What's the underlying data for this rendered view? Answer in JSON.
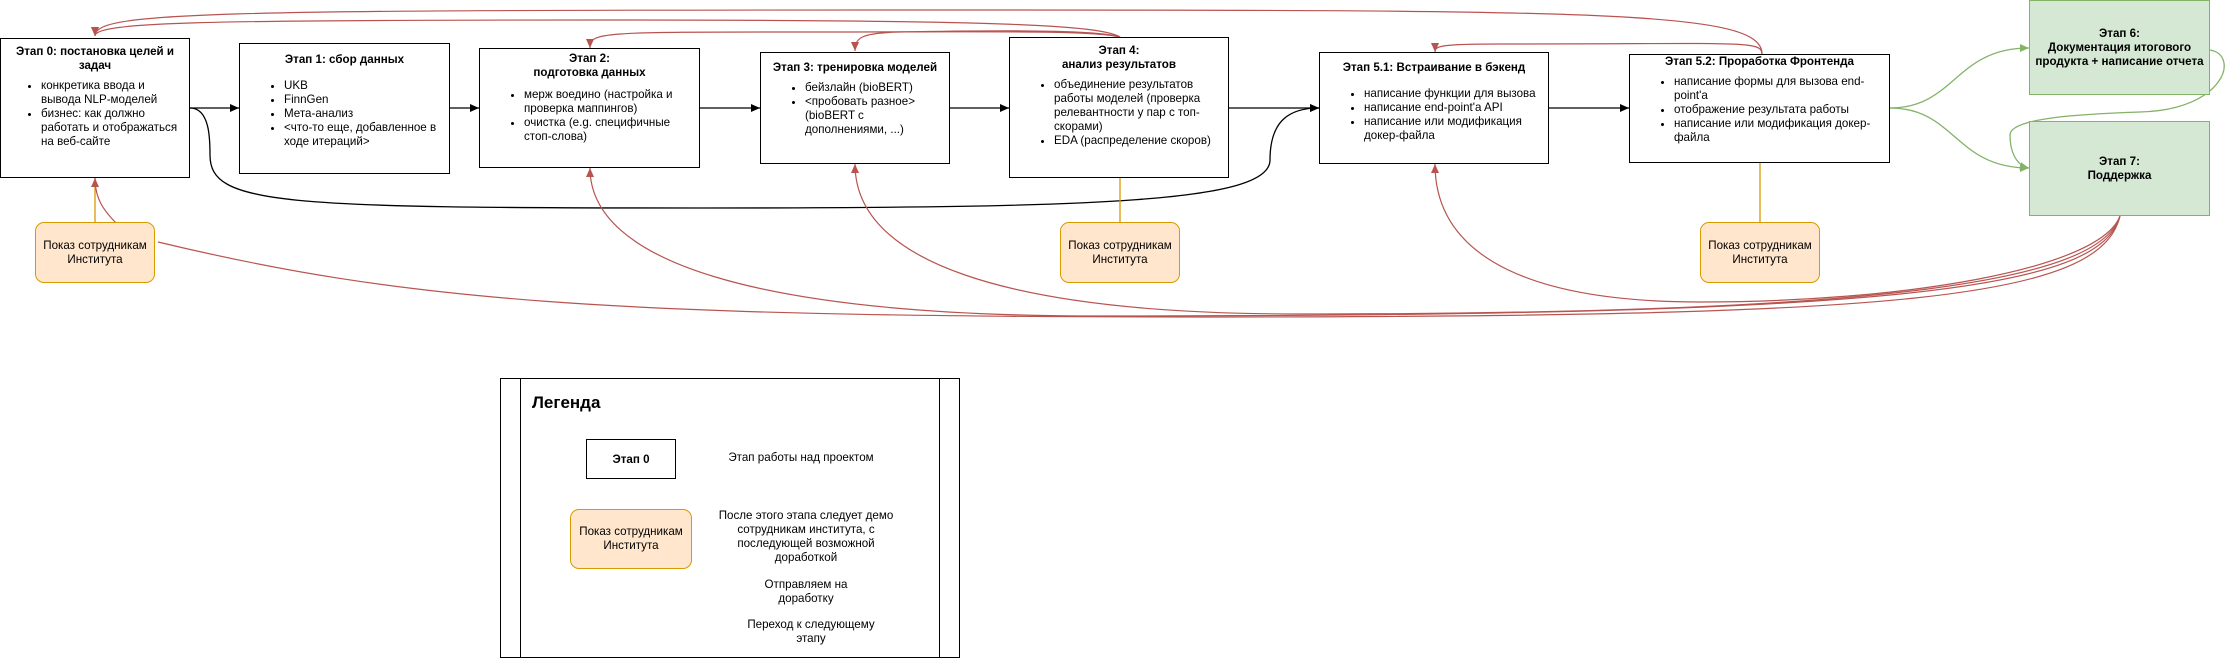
{
  "stages": [
    {
      "id": "s0",
      "title": "Этап 0: постановка целей и задач",
      "items": [
        "конкретика ввода и вывода NLP-моделей",
        "бизнес: как должно работать и отображаться на веб-сайте"
      ]
    },
    {
      "id": "s1",
      "title": "Этап 1: сбор данных",
      "items": [
        "UKB",
        "FinnGen",
        "Мета-анализ",
        "<что-то еще, добавленное в ходе итераций>"
      ]
    },
    {
      "id": "s2",
      "title": "Этап 2:\nподготовка данных",
      "items": [
        "мерж воедино (настройка и проверка маппингов)",
        "очистка (e.g. специфичные стоп-слова)"
      ]
    },
    {
      "id": "s3",
      "title": "Этап 3: тренировка моделей",
      "items": [
        "бейзлайн (bioBERT)",
        "<пробовать разное> (bioBERT с дополнениями, ...)"
      ]
    },
    {
      "id": "s4",
      "title": "Этап 4:\nанализ результатов",
      "items": [
        "объединение результатов работы моделей (проверка релевантности у пар с топ-скорами)",
        "EDA (распределение скоров)"
      ]
    },
    {
      "id": "s51",
      "title": "Этап 5.1: Встраивание в бэкенд",
      "items": [
        "написание функции для вызова",
        "написание end-point'a API",
        "написание или модификация докер-файла"
      ]
    },
    {
      "id": "s52",
      "title": "Этап 5.2: Проработка Фронтенда",
      "items": [
        "написание формы для вызова end-point'a",
        "отображение результата работы",
        "написание или модификация докер-файла"
      ]
    },
    {
      "id": "s6",
      "title": "Этап 6:\nДокументация итогового продукта + написание отчета",
      "items": []
    },
    {
      "id": "s7",
      "title": "Этап 7:\nПоддержка",
      "items": []
    }
  ],
  "demo_label": "Показ сотрудникам Института",
  "legend": {
    "title": "Легенда",
    "stage_sample": "Этап 0",
    "stage_desc": "Этап работы над проектом",
    "demo_sample": "Показ сотрудникам Института",
    "demo_desc": "После этого этапа следует демо сотрудникам института, с последующей возможной доработкой",
    "red_desc": "Отправляем на доработку",
    "black_desc": "Переход к следующему этапу"
  },
  "colors": {
    "rework": "#b85450",
    "next": "#000000",
    "final": "#82b366",
    "demo_fill": "#ffe6cc",
    "demo_stroke": "#d79b00",
    "final_fill": "#d5e8d4"
  }
}
